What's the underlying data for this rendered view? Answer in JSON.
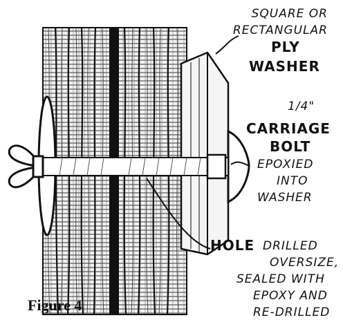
{
  "figure_caption": "Figure 4",
  "labels": {
    "washer_line1": "SQUARE OR",
    "washer_line2": "RECTANGULAR",
    "washer_line3": "PLY",
    "washer_line4": "WASHER",
    "bolt_size": "1/4\"",
    "bolt_line1": "CARRIAGE",
    "bolt_line2": "BOLT",
    "bolt_line3": "EPOXIED",
    "bolt_line4": "INTO",
    "bolt_line5": "WASHER",
    "hole_word": "HOLE",
    "hole_line1": "DRILLED",
    "hole_line2": "OVERSIZE,",
    "hole_line3": "SEALED WITH",
    "hole_line4": "EPOXY AND",
    "hole_line5": "RE-DRILLED"
  }
}
